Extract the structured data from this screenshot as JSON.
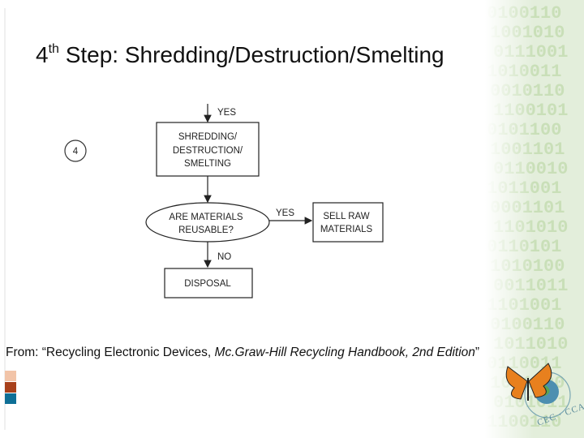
{
  "slide": {
    "title_prefix": "4",
    "title_sup": "th",
    "title_rest": " Step: Shredding/Destruction/Smelting",
    "caption_lead": "From:  “Recycling Electronic Devices, ",
    "caption_italic": "Mc.Graw-Hill Recycling Handbook, 2nd Edition",
    "caption_end": "”"
  },
  "diagram": {
    "step_number": "4",
    "top_label": "YES",
    "process_box": [
      "SHREDDING/",
      "DESTRUCTION/",
      "SMELTING"
    ],
    "decision": [
      "ARE MATERIALS",
      "REUSABLE?"
    ],
    "yes_label": "YES",
    "sell_box": [
      "SELL RAW",
      "MATERIALS"
    ],
    "no_label": "NO",
    "disposal_box": "DISPOSAL"
  },
  "logo": {
    "text": "CEC · CCA · CCE"
  },
  "colors": {
    "binary_green": "#c9dfb8",
    "swatch_light": "#f2c4a8",
    "swatch_mid": "#a8401a",
    "swatch_dark": "#0e6f96",
    "butterfly_orange": "#e8801e"
  }
}
